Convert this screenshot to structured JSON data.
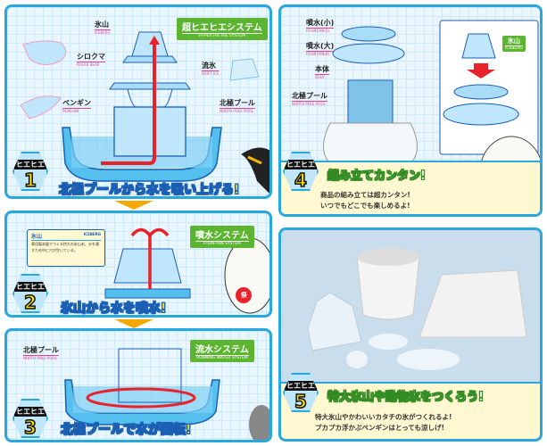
{
  "panel1": {
    "badge_prefix": "ヒエヒエ",
    "badge_number": "1",
    "system": {
      "jp": "超ヒエヒエシステム",
      "en": "HYPER HIE HIE SYSTEM"
    },
    "labels": [
      {
        "jp": "氷山",
        "en": "ICEBERG"
      },
      {
        "jp": "シロクマ",
        "en": "POLAR BEAR"
      },
      {
        "jp": "流氷",
        "en": "DRIFT ICE"
      },
      {
        "jp": "ペンギン",
        "en": "PENGUIN"
      },
      {
        "jp": "北極プール",
        "en": "NORTH POLE POOL"
      }
    ],
    "headline": "北極プールから水を吸い上げる!"
  },
  "panel2": {
    "badge_prefix": "ヒエヒエ",
    "badge_number": "2",
    "system": {
      "jp": "噴水システム",
      "en": "FOUNTAIN SYSTEM"
    },
    "note": {
      "title": "氷山",
      "title_en": "ICEBERG",
      "body": "専用製氷器でつくる特大の氷山氷。水を通すため中に穴が空いている。"
    },
    "fan_text": "祭",
    "headline": "氷山から水を噴水!"
  },
  "panel3": {
    "badge_prefix": "ヒエヒエ",
    "badge_number": "3",
    "system": {
      "jp": "流水システム",
      "en": "RUNNING WATER SYSTEM"
    },
    "label": {
      "jp": "北極プール",
      "en": "NORTH POLE POOL"
    },
    "headline": "北極プールで水が回転!"
  },
  "panel4": {
    "badge_prefix": "ヒエヒエ",
    "badge_number": "4",
    "labels": [
      {
        "jp": "噴水(小)",
        "en": "FOUNTAIN(S)"
      },
      {
        "jp": "噴水(大)",
        "en": "FOUNTAIN(B)"
      },
      {
        "jp": "本体",
        "en": "BODY"
      },
      {
        "jp": "北極プール",
        "en": "NORTH POLE POOL"
      }
    ],
    "inset_label": {
      "jp": "氷山",
      "en": "ICEBERG"
    },
    "headline": "組み立てカンタン!",
    "caption1": "商品の組み立ては超カンタン!",
    "caption2": "いつでもどこでも楽しめるよ!"
  },
  "panel5": {
    "badge_prefix": "ヒエヒエ",
    "badge_number": "5",
    "headline": "特大氷山や動物氷をつくろう!",
    "caption1": "特大氷山やかわいいカタチの氷がつくれるよ!",
    "caption2": "プカプカ浮かぶペンギンはとっても涼しげ!"
  },
  "colors": {
    "frame": "#29a8e0",
    "green": "#5cb531",
    "red": "#e8212a",
    "yellow": "#ffe600",
    "pink": "#e0479a"
  }
}
